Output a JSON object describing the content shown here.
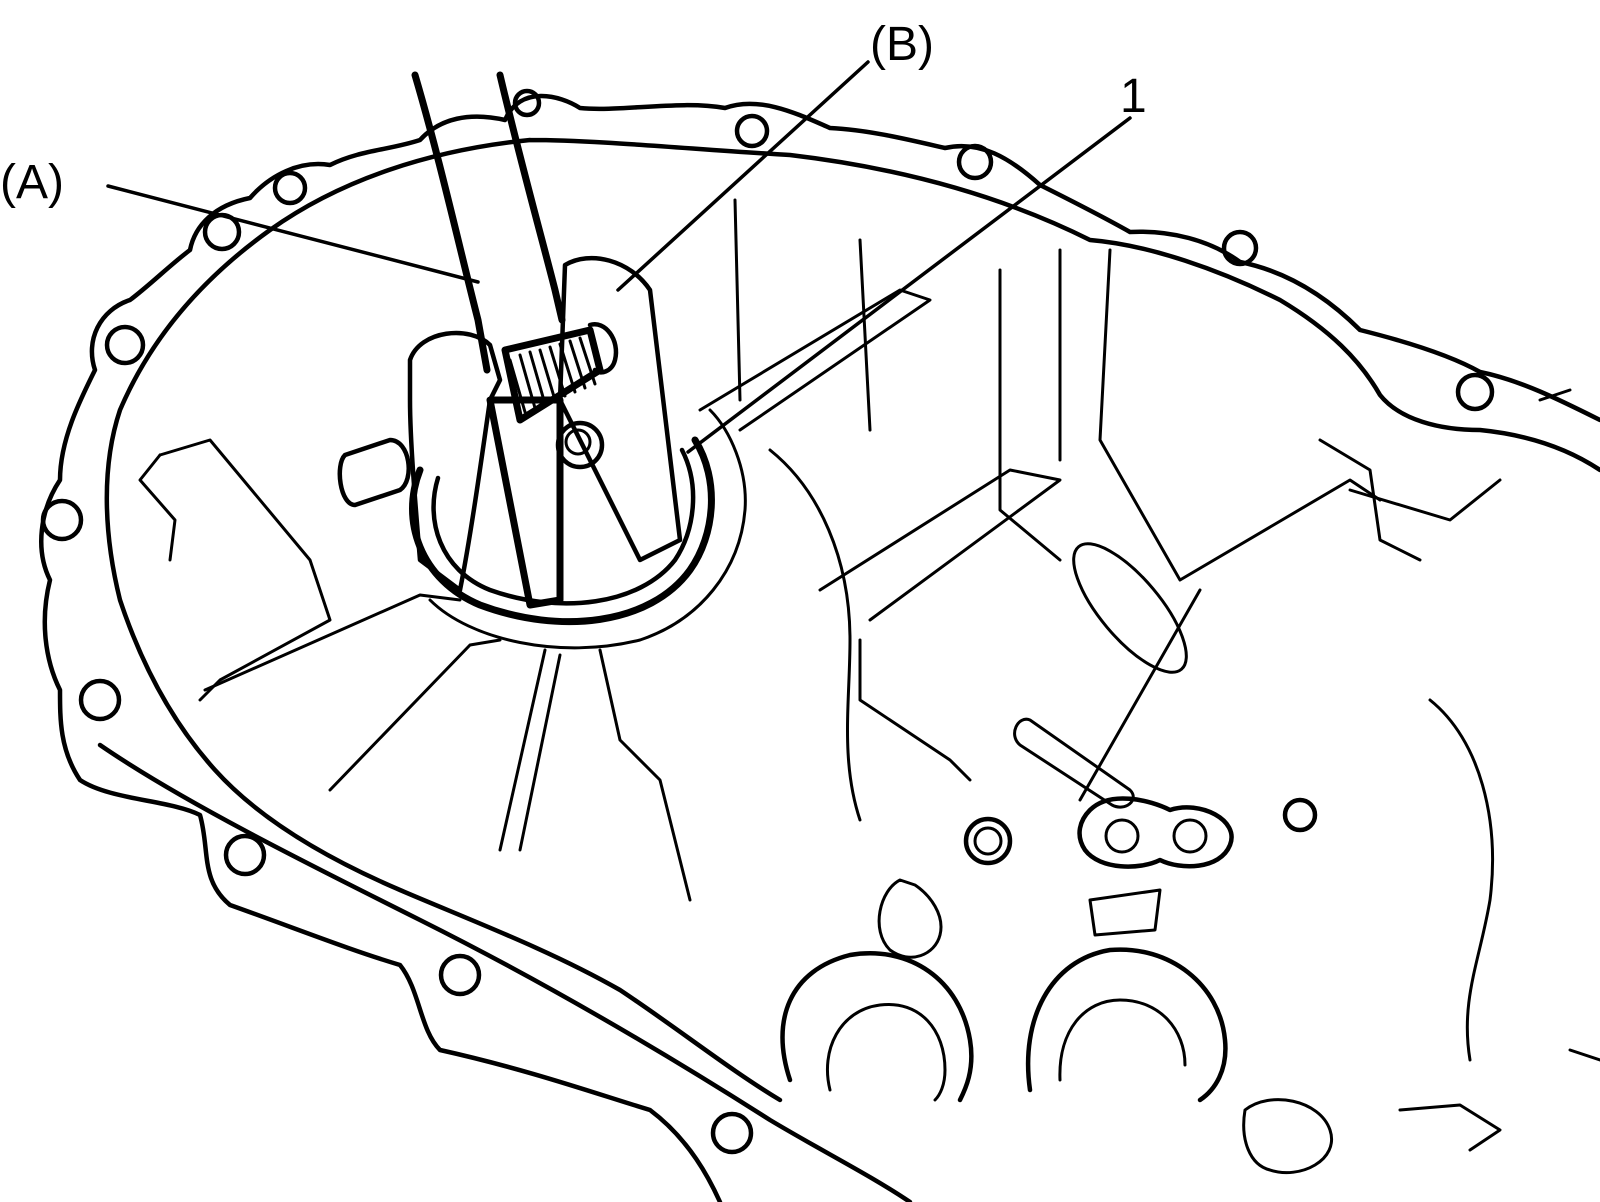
{
  "figure": {
    "colors": {
      "line": "#000000",
      "background": "#ffffff"
    },
    "callouts": [
      {
        "id": "A",
        "text": "(A)"
      },
      {
        "id": "B",
        "text": "(B)"
      },
      {
        "id": "1",
        "text": "1"
      }
    ]
  }
}
